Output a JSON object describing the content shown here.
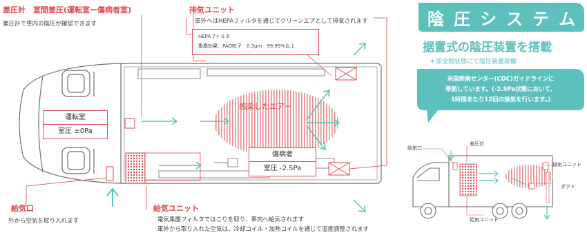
{
  "diff_pressure": {
    "title": "差圧計　室間差圧(運転室ー傷病者室)",
    "desc": "差圧計で車内の陰圧が確認できます"
  },
  "exhaust_unit": {
    "title": "排気ユニット",
    "desc": "車外へはHEPAフィルタを通じてクリーンエアとして排気されます",
    "filter_label": "HEPAフィルタ",
    "filter_spec": "集塵効果：PAO粒子　0.3μm　99.99%以上"
  },
  "system": {
    "title_chars": [
      "陰",
      "圧",
      "シ",
      "ス",
      "テ",
      "ム"
    ],
    "subtitle": "据置式の陰圧装置を搭載",
    "note": "＊原全閉状態にて陰圧装置稼働",
    "cdc_lines": [
      "米国疾病センター(CDC)ガイドラインに",
      "準拠しています。(-2.5Pa状態において、",
      "1時間あたり12回の換気を行います。)"
    ]
  },
  "cab": {
    "label": "運転室",
    "pressure": "室圧 ±0Pa"
  },
  "patient": {
    "label": "傷病者",
    "pressure": "室圧 -2.5Pa"
  },
  "infected_air": "感染したエアー",
  "intake": {
    "title": "給気口",
    "desc": "外から空気を取り入れます"
  },
  "supply_unit": {
    "title": "給気ユニット",
    "desc1": "電気集塵フィルタでほこりを取り、車内へ給気されます",
    "desc2": "車外から取り入れた空気は、冷却コイル・加熱コイルを通じて温度調整されます"
  },
  "side_view": {
    "intake": "給気口",
    "diff_gauge": "差圧計",
    "exhaust": "排気ユニット",
    "duct": "ダクト",
    "supply": "給気ユニット"
  },
  "colors": {
    "teal": "#5cc0bd",
    "red": "#e2474b",
    "outline": "#444444"
  }
}
